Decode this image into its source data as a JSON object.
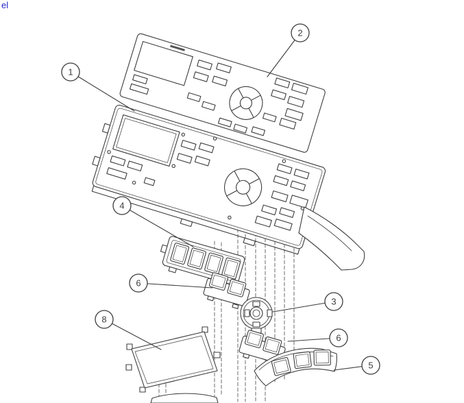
{
  "page": {
    "corner_text": "el",
    "corner_text_color": "#2222cc",
    "background": "#ffffff"
  },
  "diagram": {
    "type": "exploded-view-technical-drawing",
    "subject": "control-panel-assembly",
    "line_color": "#3c3c3c",
    "dash_color": "#5a5a5a",
    "callouts": [
      {
        "label": "1"
      },
      {
        "label": "2"
      },
      {
        "label": "3"
      },
      {
        "label": "4"
      },
      {
        "label": "5"
      },
      {
        "label": "6"
      },
      {
        "label": "6"
      },
      {
        "label": "8"
      }
    ]
  }
}
